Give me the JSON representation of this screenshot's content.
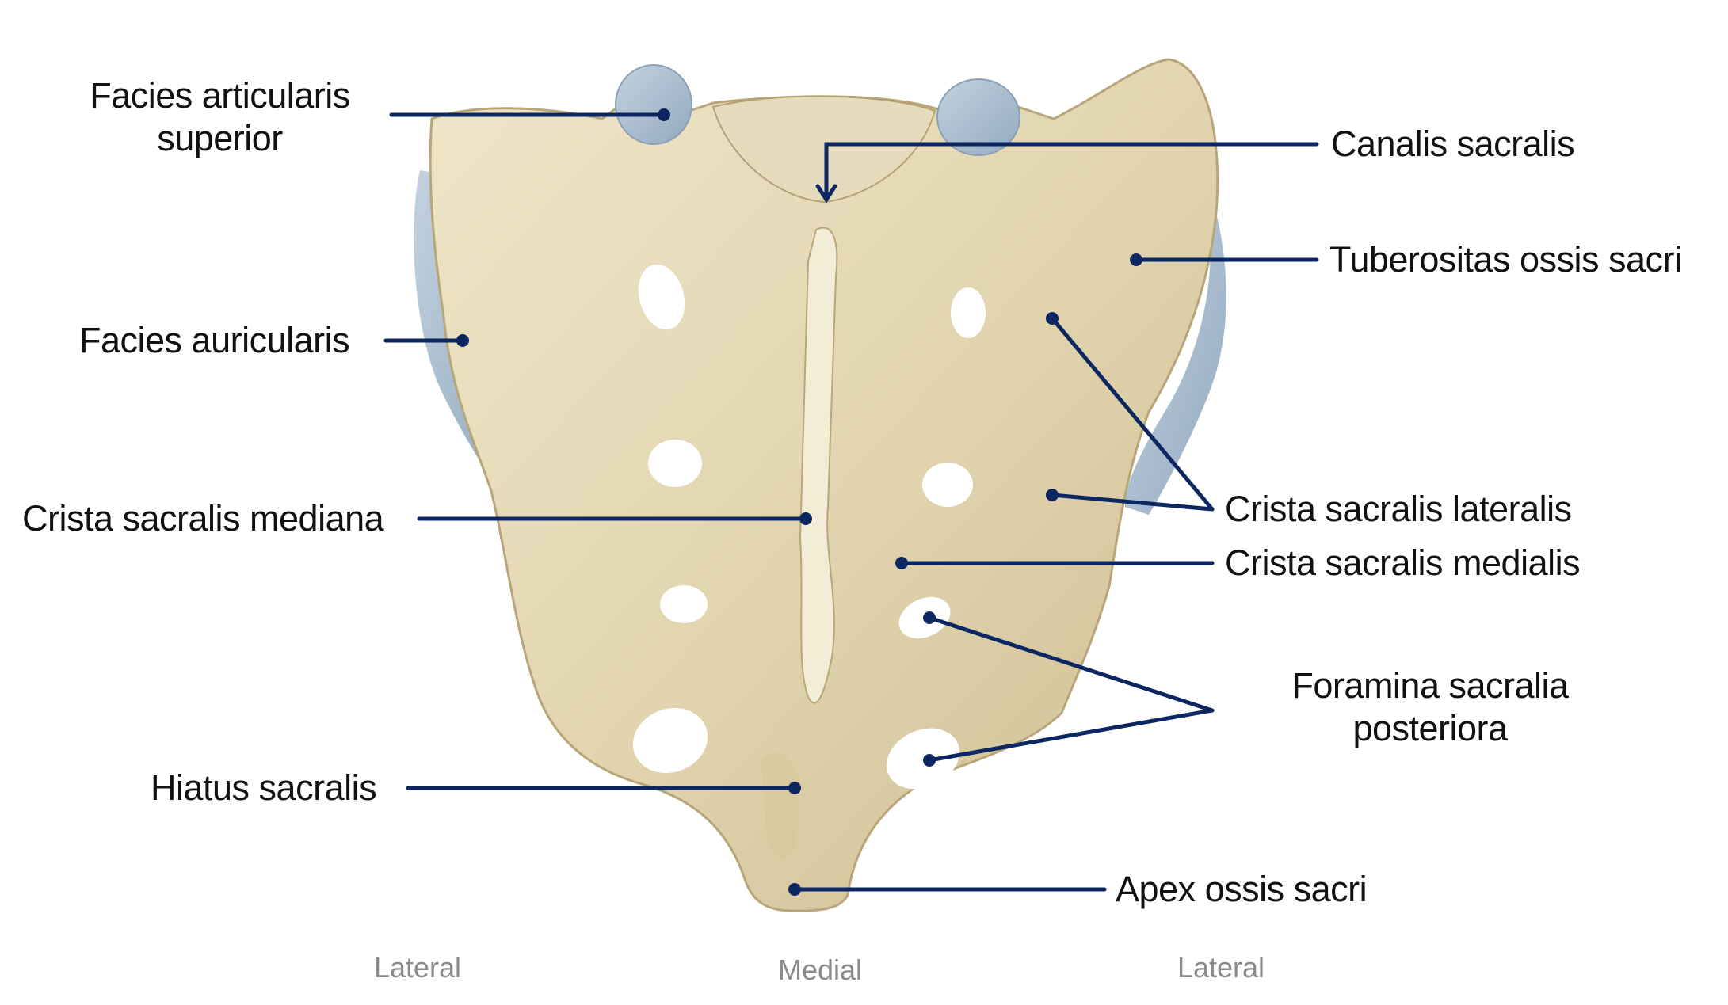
{
  "diagram": {
    "subject": "Sacrum, posterior view",
    "line_color": "#0b2660",
    "bone_color": "#e7dcbc",
    "cartilage_color": "#a9bccd"
  },
  "labels": {
    "facies_articularis_superior": [
      "Facies articularis",
      "superior"
    ],
    "facies_auricularis": "Facies auricularis",
    "crista_sacralis_mediana": "Crista sacralis mediana",
    "hiatus_sacralis": "Hiatus sacralis",
    "apex_ossis_sacri": "Apex ossis sacri",
    "canalis_sacralis": "Canalis sacralis",
    "tuberositas_ossis_sacri": "Tuberositas ossis sacri",
    "crista_sacralis_lateralis": "Crista sacralis lateralis",
    "crista_sacralis_medialis": "Crista sacralis medialis",
    "foramina_sacralia_posteriora": [
      "Foramina sacralia",
      "posteriora"
    ]
  },
  "orientation": {
    "left": "Lateral",
    "center": "Medial",
    "right": "Lateral"
  }
}
